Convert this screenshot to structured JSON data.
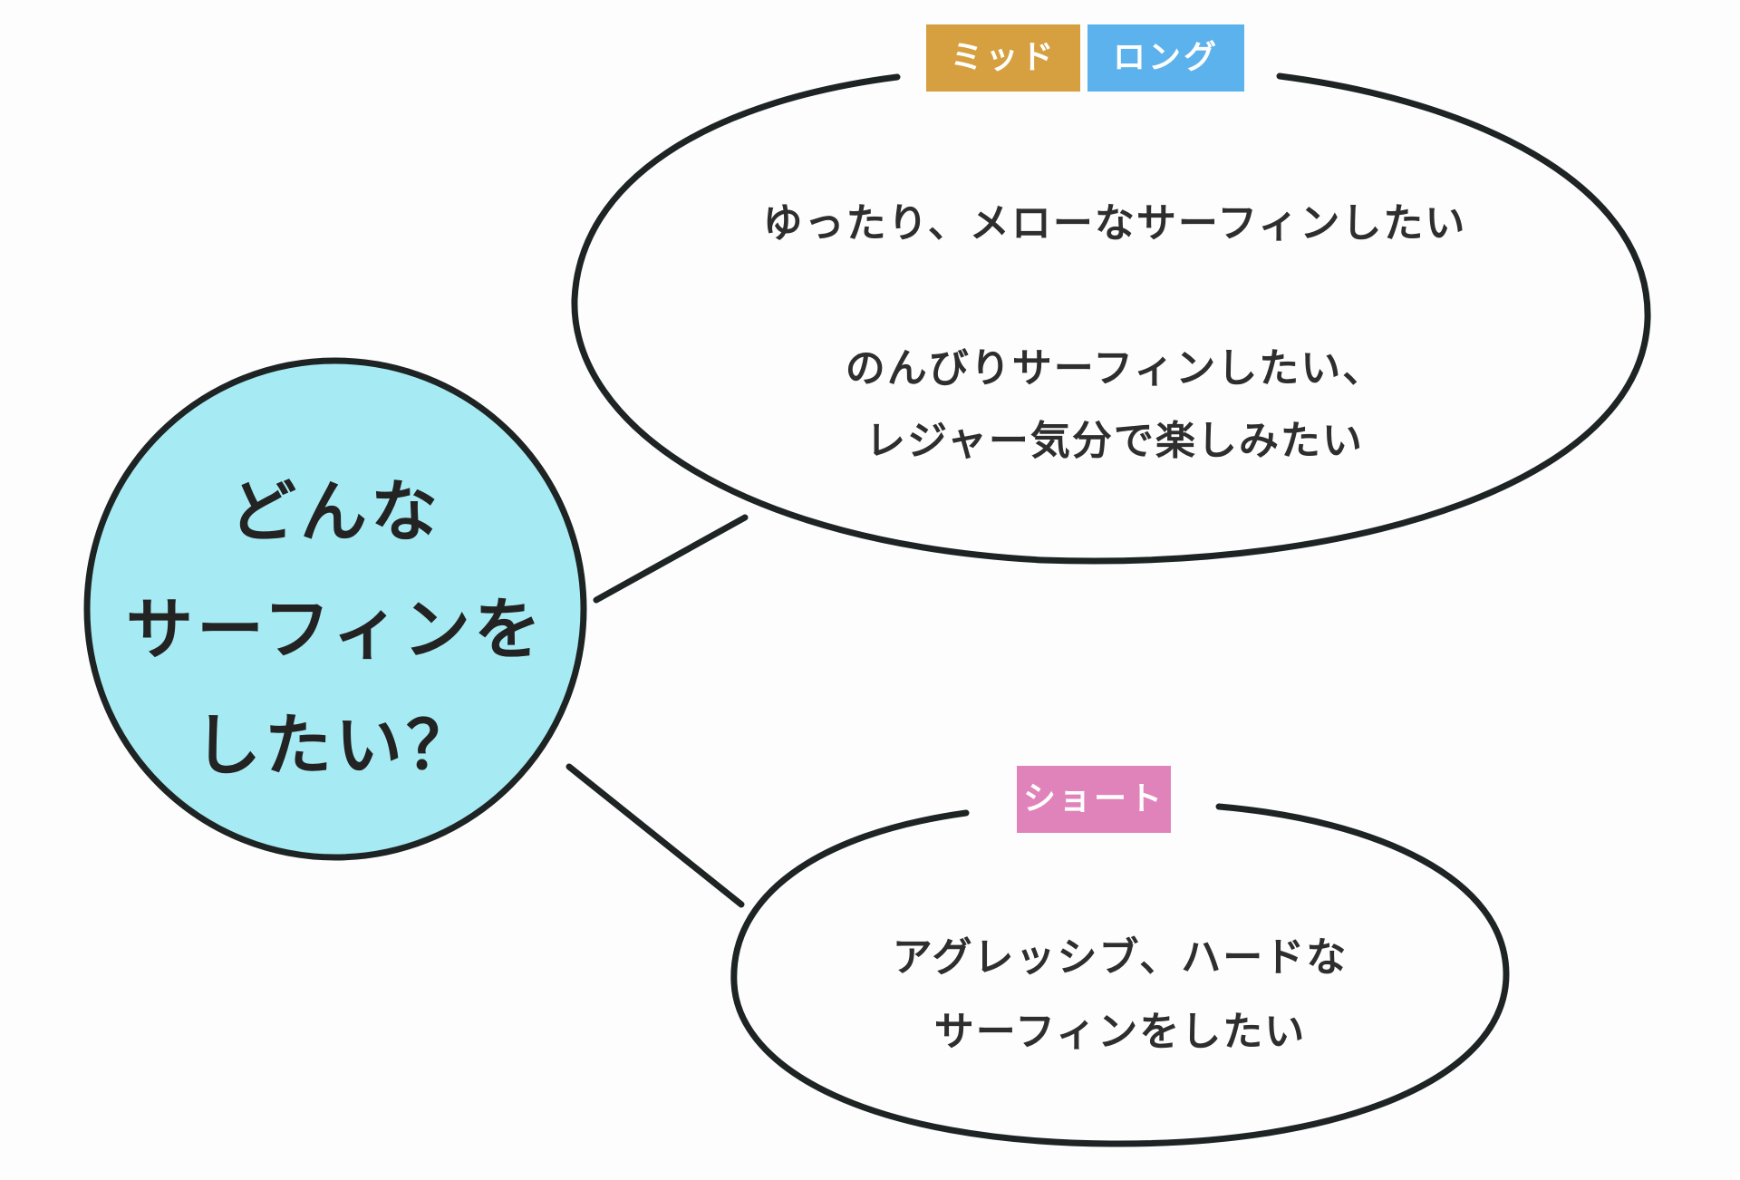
{
  "center": {
    "lines": [
      "どんな",
      "サーフィンを",
      "したい？"
    ],
    "fill": "#a6ebf3"
  },
  "top_bubble": {
    "tags": [
      {
        "label": "ミッド",
        "color": "#d6a040"
      },
      {
        "label": "ロング",
        "color": "#5cb2ec"
      }
    ],
    "lines": [
      "ゆったり、メローなサーフィンしたい",
      "のんびりサーフィンしたい、",
      "レジャー気分で楽しみたい"
    ]
  },
  "bottom_bubble": {
    "tags": [
      {
        "label": "ショート",
        "color": "#e183bb"
      }
    ],
    "lines": [
      "アグレッシブ、ハードな",
      "サーフィンをしたい"
    ]
  },
  "colors": {
    "stroke": "#1e2424",
    "text": "#2b2b2b"
  }
}
